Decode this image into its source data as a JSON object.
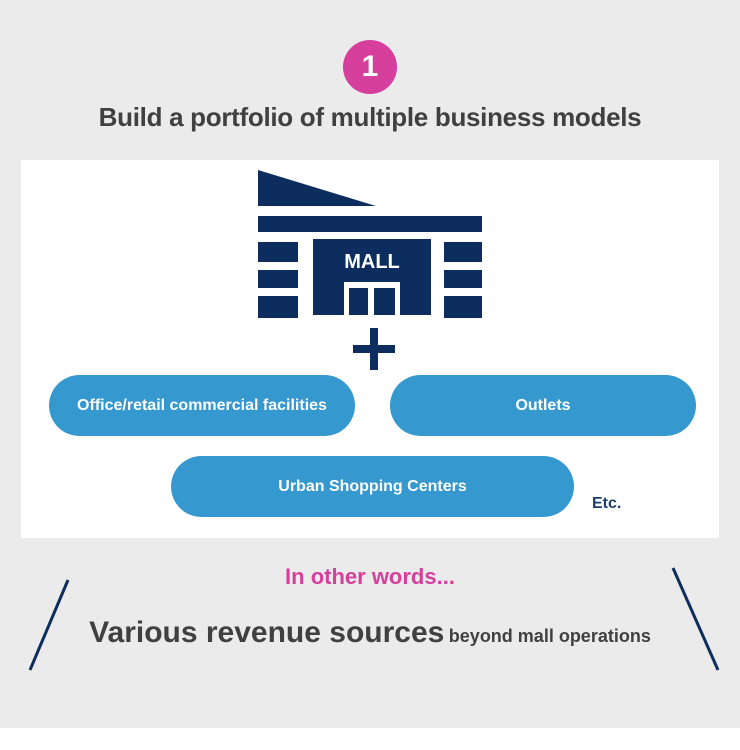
{
  "step": {
    "number": "1"
  },
  "title": "Build a portfolio of multiple business models",
  "mall_icon": {
    "label": "MALL",
    "icon": "mall-building-icon"
  },
  "plus": {
    "icon": "plus-icon"
  },
  "business_models": [
    {
      "label": "Office/retail commercial facilities"
    },
    {
      "label": "Outlets"
    },
    {
      "label": "Urban Shopping Centers"
    }
  ],
  "etc": "Etc.",
  "summary": {
    "lead": "In other words...",
    "headline": "Various revenue sources",
    "tail": "beyond mall operations"
  },
  "colors": {
    "accent_pink": "#d63f9c",
    "navy": "#0d2d5e",
    "pill_blue": "#3598cf",
    "background": "#ebebeb",
    "text_gray": "#404040"
  }
}
